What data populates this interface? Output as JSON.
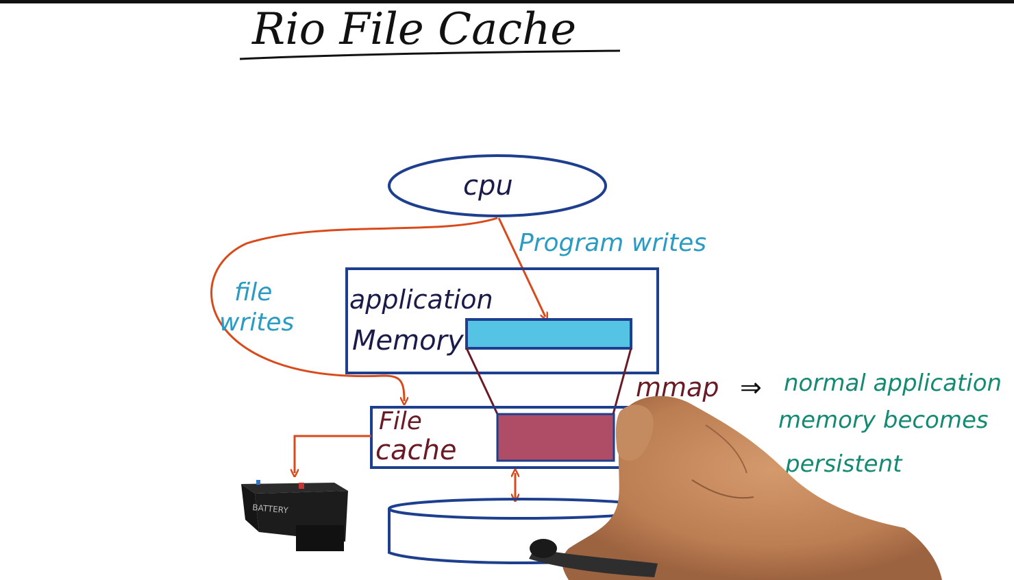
{
  "title": "Rio File Cache",
  "nodes": {
    "cpu": "cpu",
    "app_memory_line1": "application",
    "app_memory_line2": "Memory",
    "file_cache_line1": "File",
    "file_cache_line2": "cache",
    "battery": "BATTERY"
  },
  "annotations": {
    "program_writes": "Program writes",
    "file_writes_line1": "file",
    "file_writes_line2": "writes",
    "mmap": "mmap",
    "implies": "⇒",
    "note_line1": "normal application",
    "note_line2": "memory becomes",
    "note_line3": "persistent"
  },
  "colors": {
    "ink_blue": "#1e3f8e",
    "ink_navy": "#1b1b4a",
    "ink_orange": "#d9491a",
    "ink_cyan": "#2a9bc2",
    "ink_maroon": "#6a1a24",
    "ink_green": "#148a73",
    "fill_cyan": "#55c3e3",
    "fill_maroon": "#b04d66",
    "skin": "#c08458"
  }
}
